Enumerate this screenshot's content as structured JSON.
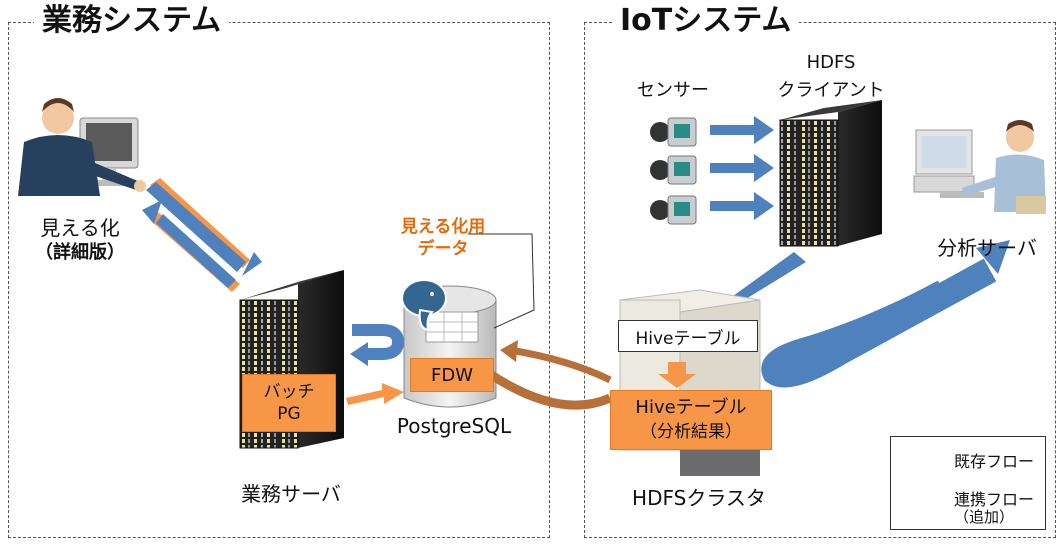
{
  "sections": {
    "business": {
      "title": "業務システム"
    },
    "iot": {
      "title": "IoTシステム"
    }
  },
  "labels": {
    "visualize": "見える化",
    "visualize_detail": "（詳細版）",
    "business_server": "業務サーバ",
    "batch_line1": "バッチ",
    "batch_line2": "PG",
    "viz_data_line1": "見える化用",
    "viz_data_line2": "データ",
    "fdw": "FDW",
    "postgresql": "PostgreSQL",
    "sensor": "センサー",
    "hdfs_client_line1": "HDFS",
    "hdfs_client_line2": "クライアント",
    "analysis_server": "分析サーバ",
    "hive_table": "Hiveテーブル",
    "hive_result_line1": "Hiveテーブル",
    "hive_result_line2": "（分析結果）",
    "hdfs_cluster": "HDFSクラスタ"
  },
  "legend": {
    "existing": "既存フロー",
    "added_line1": "連携フロー",
    "added_line2": "（追加）"
  },
  "colors": {
    "existing_flow": "#4f81bd",
    "added_flow": "#f79646",
    "fdw_link": "#b8703a",
    "viz_data_text": "#e36c0a"
  }
}
